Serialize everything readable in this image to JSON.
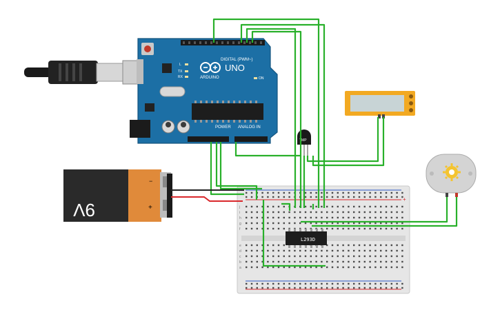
{
  "arduino": {
    "brand": "ARDUINO",
    "model": "UNO",
    "header_digital": "DIGITAL (PWM~)",
    "header_power": "POWER",
    "header_analog": "ANALOG IN",
    "led_l": "L",
    "led_tx": "TX",
    "led_rx": "RX",
    "led_on": "ON",
    "color_board": "#1c6fa5"
  },
  "battery": {
    "label": "9V",
    "color_body": "#2a2a2a",
    "color_cap": "#e08a3a"
  },
  "sensor": {
    "label": "TMP"
  },
  "ic": {
    "label": "L293D"
  },
  "motor": {
    "color_gear": "#f4c430"
  },
  "lcd": {
    "color_frame": "#f2a922",
    "color_screen": "#c8d4d6"
  },
  "breadboard": {
    "row_letters": [
      "j",
      "i",
      "h",
      "g",
      "f",
      "e",
      "d",
      "c",
      "b",
      "a"
    ],
    "plus": "+",
    "minus": "−"
  },
  "wire_color": "#28b02a"
}
